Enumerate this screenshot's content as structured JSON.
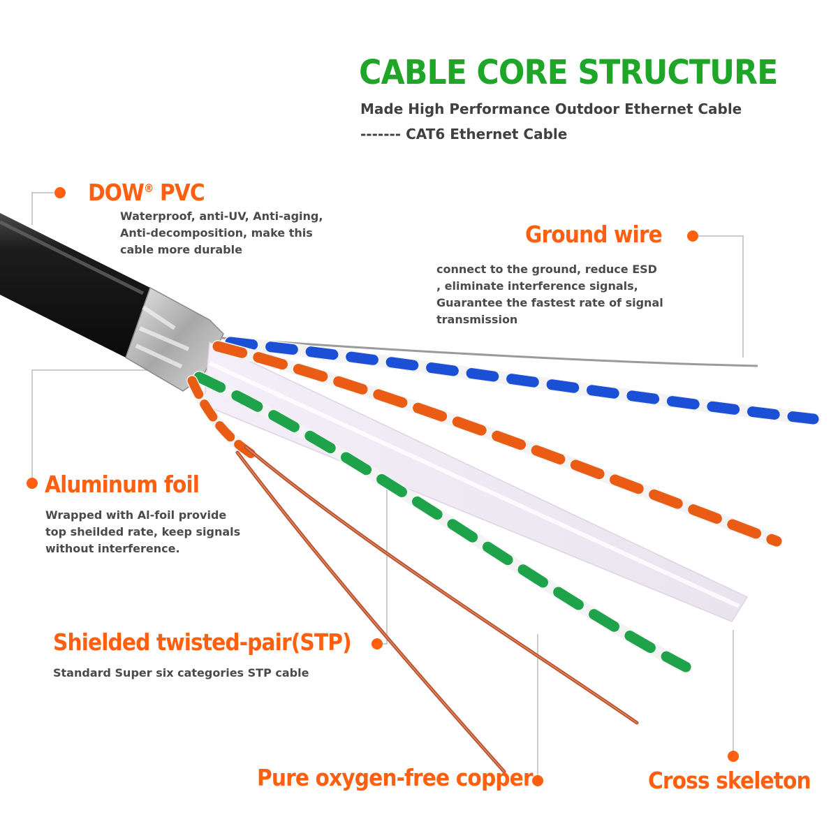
{
  "title": "CABLE CORE STRUCTURE",
  "subtitle_lines": [
    "Made High Performance Outdoor Ethernet Cable",
    "------- CAT6 Ethernet Cable"
  ],
  "callouts": {
    "pvc": {
      "heading_main": "DOW",
      "heading_mark": "®",
      "heading_rest": " PVC",
      "lines": [
        "Waterproof, anti-UV, Anti-aging,",
        "Anti-decomposition, make this",
        "cable more durable"
      ]
    },
    "ground_wire": {
      "heading": "Ground wire",
      "lines": [
        "connect to the ground, reduce ESD",
        ", eliminate interference signals,",
        "Guarantee the fastest rate of signal",
        "transmission"
      ]
    },
    "aluminum_foil": {
      "heading": "Aluminum foil",
      "lines": [
        "Wrapped with Al-foil provide",
        "top sheilded rate, keep signals",
        "without interference."
      ]
    },
    "stp": {
      "heading": "Shielded twisted-pair(STP)",
      "lines": [
        "Standard Super six categories STP cable"
      ]
    },
    "copper": {
      "heading": "Pure oxygen-free copper"
    },
    "skeleton": {
      "heading": "Cross skeleton"
    }
  },
  "colors": {
    "title": "#1fa629",
    "heading": "#ff5f0f",
    "body_text": "#4a4a4a",
    "jacket": "#1c1c1c",
    "blue_pair": "#1a4fd6",
    "orange_pair": "#ea5c14",
    "green_pair": "#1fa34a",
    "copper": "#b8502e"
  }
}
